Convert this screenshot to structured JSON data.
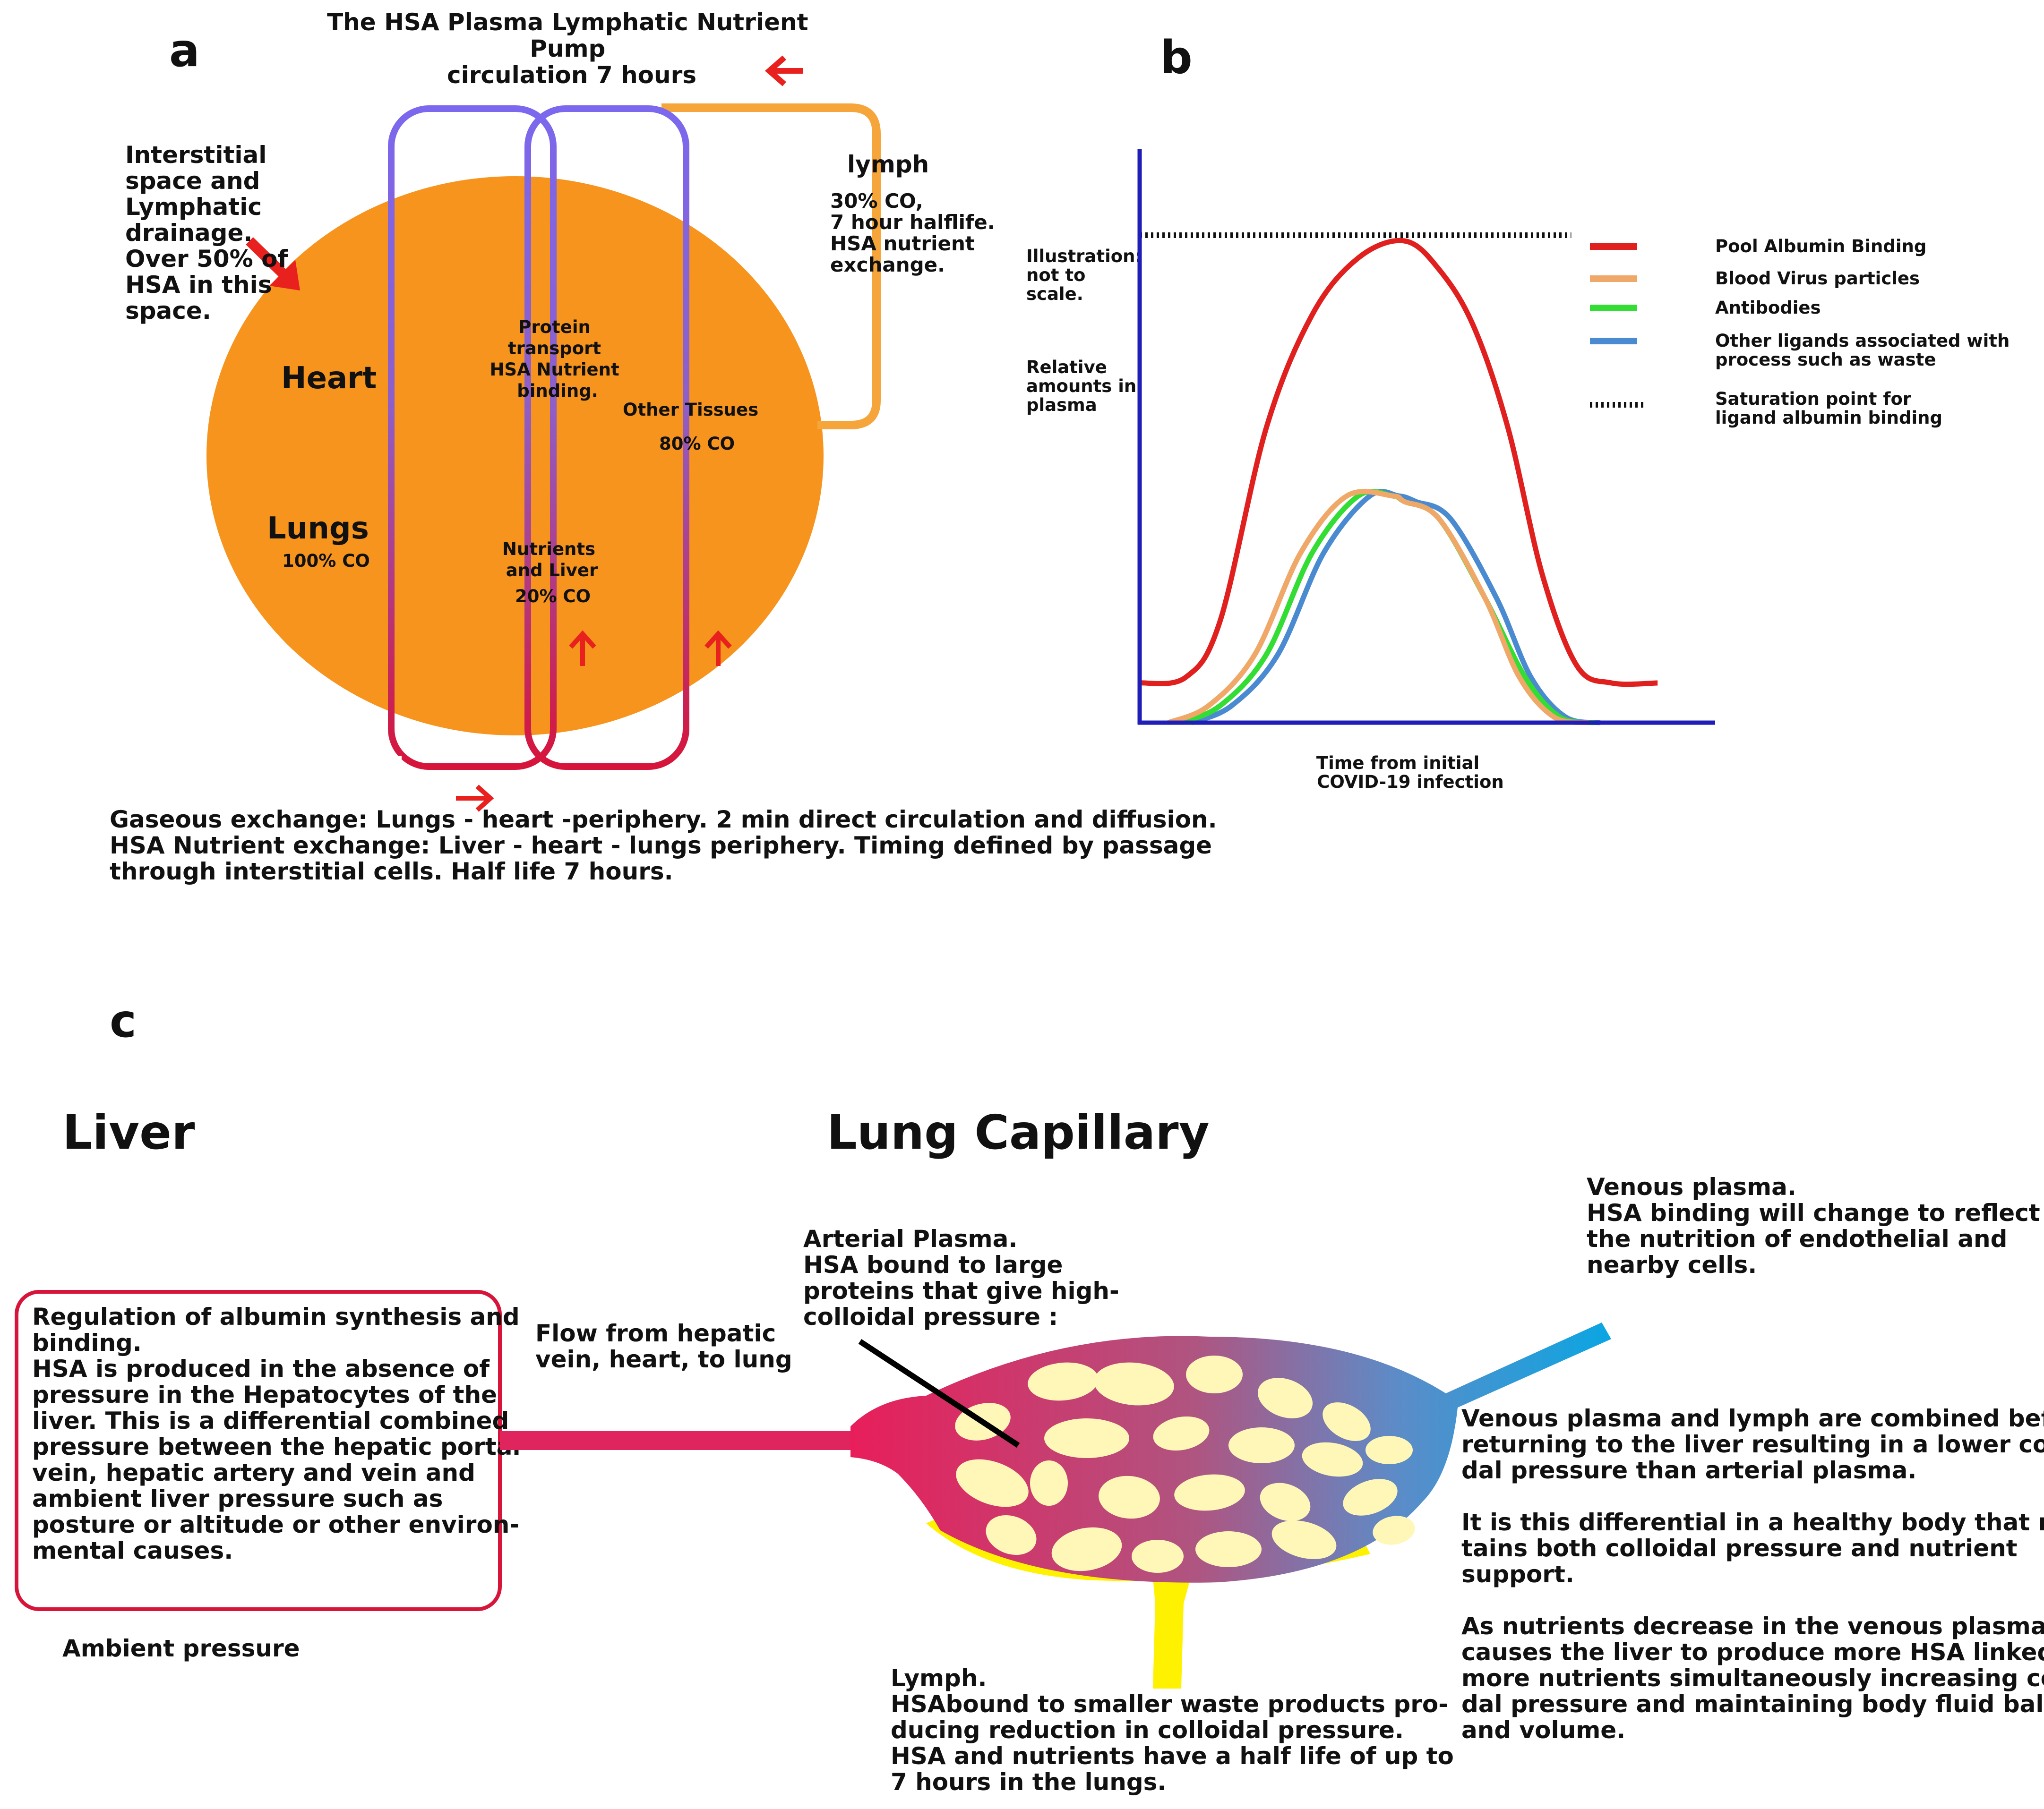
{
  "colors": {
    "orange_body": "#F7941D",
    "lymph_loop": "#F5A53A",
    "loop_top": "#7B68EE",
    "loop_bottom": "#D7143A",
    "arrow_red": "#E8201E",
    "axis_blue": "#1F1FB8",
    "albumin_red": "#E0201E",
    "virus_orange": "#F0A868",
    "antibody_green": "#33DD33",
    "ligand_blue": "#4A8AD0",
    "capillary_left": "#E81E5A",
    "capillary_right": "#0AA6E2",
    "cell_fill": "#FFF7B8",
    "lymph_yellow": "#FFF200",
    "liver_box_border": "#D7143A"
  },
  "panel_a": {
    "letter": "a",
    "title": [
      "The HSA Plasma Lymphatic Nutrient",
      "Pump",
      "circulation 7 hours"
    ],
    "interstitial": [
      "Interstitial",
      "space and",
      "Lymphatic",
      "drainage.",
      "Over 50% of",
      "HSA in this",
      "space."
    ],
    "heart": "Heart",
    "lungs": "Lungs",
    "lungs_co": "100% CO",
    "protein": [
      "Protein",
      "transport",
      "HSA Nutrient",
      "binding."
    ],
    "other_tissues": "Other Tissues",
    "other_co": "80% CO",
    "nutrients": [
      "Nutrients",
      "and Liver"
    ],
    "nutrients_co": "20% CO",
    "lymph_title": "lymph",
    "lymph_text": [
      "30% CO,",
      "7 hour halflife.",
      "HSA nutrient",
      "exchange."
    ],
    "footer": [
      "Gaseous exchange: Lungs - heart -periphery. 2 min direct circulation and diffusion.",
      "HSA Nutrient exchange: Liver - heart - lungs periphery. Timing defined by passage",
      "through interstitial cells. Half life 7 hours."
    ]
  },
  "panel_b": {
    "letter": "b",
    "note": [
      "Illustration:",
      "not to",
      "scale."
    ],
    "ylabel": [
      "Relative",
      "amounts in",
      "plasma"
    ],
    "xlabel": [
      "Time from initial",
      "COVID-19 infection"
    ]
  },
  "chart_data": {
    "type": "line",
    "title": "",
    "xlabel": "Time from initial COVID-19 infection",
    "ylabel": "Relative amounts in plasma",
    "xlim": [
      0,
      100
    ],
    "ylim": [
      0,
      100
    ],
    "grid": false,
    "legend": "right",
    "saturation": {
      "name": "Saturation point for ligand albumin binding",
      "y": 86,
      "x": [
        0,
        75
      ]
    },
    "series": [
      {
        "name": "Pool Albumin Binding",
        "color": "#E0201E",
        "x": [
          0,
          8,
          14,
          22,
          30,
          38,
          46,
          52,
          58,
          64,
          70,
          76,
          82,
          90
        ],
        "y": [
          7,
          8,
          18,
          52,
          72,
          82,
          85,
          80,
          70,
          52,
          26,
          10,
          7,
          7
        ]
      },
      {
        "name": "Blood Virus particles",
        "color": "#F0A868",
        "x": [
          5,
          12,
          20,
          28,
          36,
          44,
          46,
          52,
          60,
          66,
          72,
          78
        ],
        "y": [
          0,
          3,
          12,
          30,
          40,
          40,
          39,
          36,
          22,
          8,
          1,
          0
        ]
      },
      {
        "name": "Antibodies",
        "color": "#33DD33",
        "x": [
          7,
          14,
          22,
          30,
          38,
          44,
          46,
          52,
          60,
          67,
          73,
          79
        ],
        "y": [
          0,
          3,
          12,
          30,
          40,
          40,
          39,
          36,
          22,
          8,
          1,
          0
        ]
      },
      {
        "name": "Other ligands associated with process such as waste",
        "color": "#4A8AD0",
        "x": [
          9,
          16,
          24,
          32,
          40,
          45,
          48,
          54,
          62,
          68,
          74,
          80
        ],
        "y": [
          0,
          3,
          12,
          30,
          40,
          40,
          39,
          36,
          22,
          8,
          1,
          0
        ]
      }
    ],
    "legend_entries": [
      {
        "label": [
          "Pool Albumin Binding"
        ],
        "color": "#E0201E",
        "style": "solid"
      },
      {
        "label": [
          "Blood Virus particles"
        ],
        "color": "#F0A868",
        "style": "solid"
      },
      {
        "label": [
          "Antibodies"
        ],
        "color": "#33DD33",
        "style": "solid"
      },
      {
        "label": [
          "Other ligands associated with",
          "process such as waste"
        ],
        "color": "#4A8AD0",
        "style": "solid"
      },
      {
        "label": [
          "Saturation point for",
          "ligand albumin binding"
        ],
        "color": "#111111",
        "style": "dotted"
      }
    ]
  },
  "panel_c": {
    "letter": "c",
    "liver": "Liver",
    "lung_capillary": "Lung Capillary",
    "liver_box": [
      "Regulation of albumin synthesis and",
      "binding.",
      "HSA is produced in the absence of",
      "pressure in the Hepatocytes of the",
      "liver. This is a differential combined",
      "pressure between the hepatic portal",
      "vein, hepatic artery and vein and",
      "ambient liver pressure such as",
      "posture or altitude or other environ-",
      "mental causes."
    ],
    "ambient": "Ambient pressure",
    "flow": [
      "Flow from hepatic",
      "vein, heart, to lung"
    ],
    "arterial": [
      "Arterial Plasma.",
      "HSA bound to large",
      "proteins that give high-",
      "colloidal pressure :"
    ],
    "venous": [
      "Venous plasma.",
      "HSA binding will change to reflect",
      "the nutrition of endothelial and",
      "nearby cells."
    ],
    "right_text": [
      "Venous plasma and lymph are combined before",
      "returning to the liver resulting in a lower colloi-",
      "dal pressure than arterial plasma.",
      "",
      "It is this differential in a healthy body that main-",
      "tains both colloidal pressure and nutrient",
      "support.",
      "",
      "As nutrients decrease in the venous plasma this",
      "causes the liver to produce more HSA linked to",
      "more nutrients simultaneously increasing colloi-",
      "dal pressure and maintaining body fluid balance",
      "and volume."
    ],
    "lymph": [
      "Lymph.",
      "HSAbound to smaller waste products pro-",
      "ducing reduction in colloidal pressure.",
      "HSA and nutrients have a half life of up to",
      "7 hours in the lungs."
    ]
  }
}
